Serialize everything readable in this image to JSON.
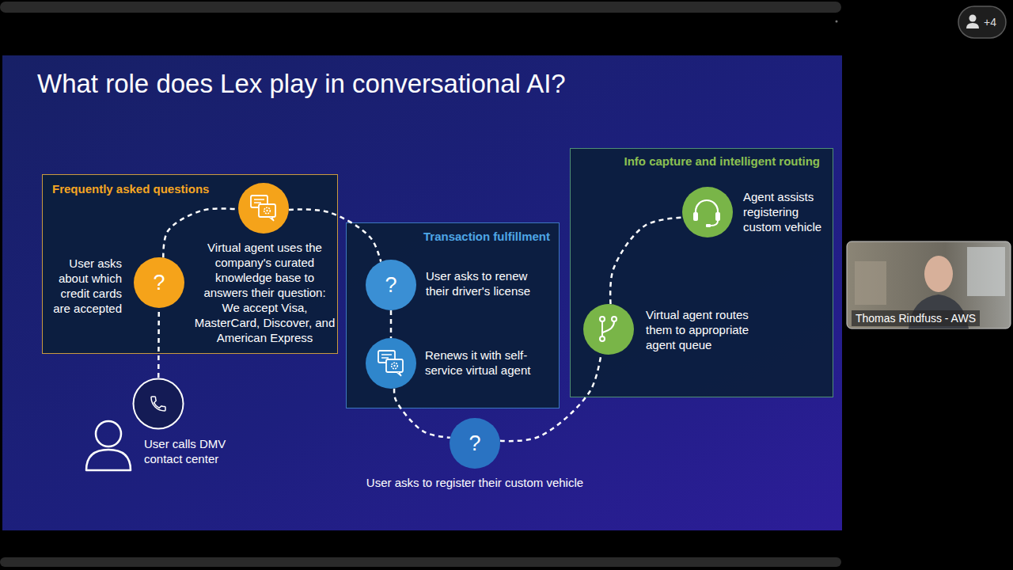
{
  "diagram": {
    "title": "What role does Lex play in conversational AI?",
    "nodes": [
      {
        "text": [
          "Frequently asked questions"
        ]
      },
      {
        "text": [
          "?",
          "User asks about which credit cards are accepted"
        ],
        "in": 0
      },
      {
        "text": [
          "Virtual agent uses the company's curated knowledge base to answers their question: We accept Visa, MasterCard, Discover, and American Express"
        ],
        "in": 0
      },
      {
        "text": [
          "Transaction fulfillment"
        ]
      },
      {
        "text": [
          "?",
          "User asks to renew their driver's license"
        ],
        "in": 3
      },
      {
        "text": [
          "Renews it with self-service virtual agent"
        ],
        "in": 3
      },
      {
        "text": [
          "Info capture and intelligent routing"
        ]
      },
      {
        "text": [
          "Agent assists registering custom vehicle"
        ],
        "in": 6
      },
      {
        "text": [
          "Virtual agent routes them to appropriate agent queue"
        ],
        "in": 6
      },
      {
        "text": [
          "User calls DMV contact center"
        ]
      },
      {
        "text": [
          "?",
          "User asks to register their custom vehicle"
        ]
      }
    ],
    "edges": [
      {
        "from": 9,
        "to": 1,
        "arrow": "none"
      },
      {
        "from": 1,
        "to": 2,
        "arrow": "none"
      },
      {
        "from": 2,
        "to": 4,
        "arrow": "none"
      },
      {
        "from": 4,
        "to": 5,
        "arrow": "none"
      },
      {
        "from": 5,
        "to": 10,
        "arrow": "none"
      },
      {
        "from": 10,
        "to": 8,
        "arrow": "none"
      },
      {
        "from": 8,
        "to": 7,
        "arrow": "none"
      }
    ],
    "labels": [
      "Thomas Rindfuss - AWS",
      "+4"
    ]
  }
}
